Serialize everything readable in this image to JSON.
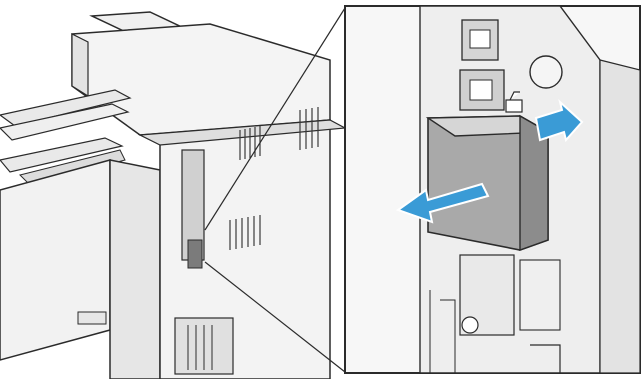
{
  "figure": {
    "alt_text": "",
    "colors": {
      "line": "#2b2b2b",
      "light_fill": "#ececec",
      "mid_fill": "#cfcfcf",
      "dark_fill": "#7b7b7b",
      "module_fill": "#a9a9a9",
      "module_top": "#d6d6d6",
      "arrow_blue": "#3a9bd6",
      "inset_bg": "#f7f7f7"
    },
    "icons": [
      "printer-body",
      "finisher-output-trays",
      "inset-frame",
      "removable-module",
      "arrow-right-icon",
      "arrow-left-icon"
    ]
  }
}
